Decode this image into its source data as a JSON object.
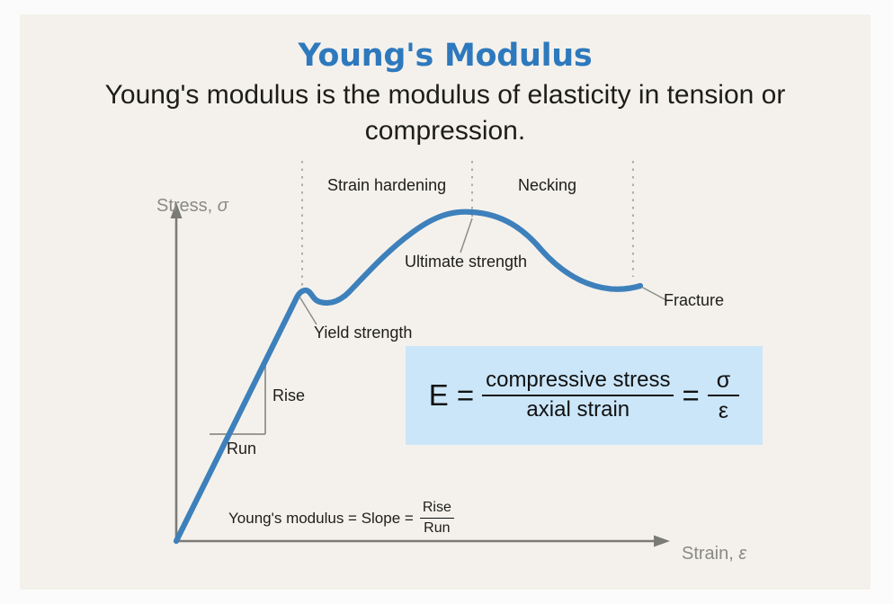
{
  "page": {
    "background": "#fbfbfb",
    "card_background": "#f4f1ec"
  },
  "header": {
    "title": "Young's Modulus",
    "title_color": "#2e79bd",
    "subtitle": "Young's modulus is the modulus of elasticity in tension or compression."
  },
  "chart_data": {
    "type": "line",
    "title": "Stress-strain curve",
    "xlabel_text": "Strain, ",
    "xlabel_symbol": "ε",
    "ylabel_text": "Stress, ",
    "ylabel_symbol": "σ",
    "axis_color": "#7b7b76",
    "curve_color": "#3d80bb",
    "grid": false,
    "legend": false,
    "xlim": [
      0,
      1
    ],
    "ylim": [
      0,
      1
    ],
    "series": [
      {
        "name": "Engineering stress-strain curve",
        "points": [
          {
            "x": 0.0,
            "y": 0.0
          },
          {
            "x": 0.26,
            "y": 0.64
          },
          {
            "x": 0.29,
            "y": 0.655
          },
          {
            "x": 0.34,
            "y": 0.63
          },
          {
            "x": 0.42,
            "y": 0.73
          },
          {
            "x": 0.52,
            "y": 0.86
          },
          {
            "x": 0.64,
            "y": 0.945
          },
          {
            "x": 0.74,
            "y": 0.95
          },
          {
            "x": 0.85,
            "y": 0.87
          },
          {
            "x": 1.0,
            "y": 0.73
          }
        ]
      }
    ],
    "region_labels": [
      {
        "name": "strain-hardening",
        "label": "Strain hardening"
      },
      {
        "name": "necking",
        "label": "Necking"
      }
    ],
    "point_annotations": [
      {
        "name": "yield-strength",
        "label": "Yield strength"
      },
      {
        "name": "ultimate-strength",
        "label": "Ultimate strength"
      },
      {
        "name": "fracture",
        "label": "Fracture"
      }
    ],
    "slope_triangle": {
      "rise_label": "Rise",
      "run_label": "Run",
      "line_color": "#8d8d88"
    },
    "dashed_divider_color": "#a9a49b",
    "dashed_divider_count": 3
  },
  "equation_box": {
    "background": "#cbe6f9",
    "lhs": "E",
    "equals_1": "=",
    "numerator_1": "compressive stress",
    "denominator_1": "axial strain",
    "equals_2": "=",
    "numerator_2": "σ",
    "denominator_2": "ε"
  },
  "slope_equation": {
    "text": "Young's modulus = Slope =",
    "numerator": "Rise",
    "denominator": "Run"
  }
}
